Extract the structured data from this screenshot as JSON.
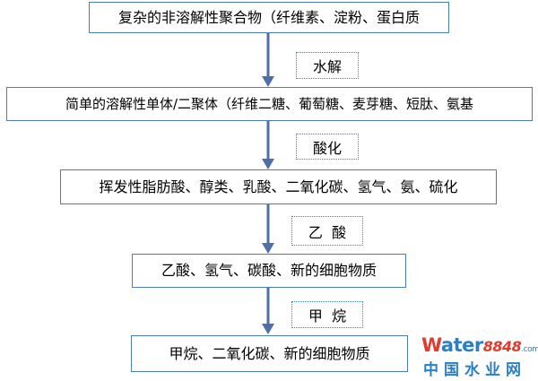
{
  "steps": [
    "复杂的非溶解性聚合物（纤维素、淀粉、蛋白质",
    "简单的溶解性单体/二聚体（纤维二糖、葡萄糖、麦芽糖、短肽、氨基",
    "挥发性脂肪酸、醇类、乳酸、二氧化碳、氢气、氨、硫化",
    "乙酸、氢气、碳酸、新的细胞物质",
    "甲烷、二氧化碳、新的细胞物质"
  ],
  "transitions": [
    "水解",
    "酸化",
    "乙  酸",
    "甲  烷"
  ],
  "logo": {
    "w": "W",
    "ater": "ater",
    "number": "8848",
    "suffix": ".com",
    "chinese": "中国水业网"
  },
  "colors": {
    "box_border": "#4a7ebb",
    "arrow": "#4f6fa8",
    "logo_blue": "#2a7fc6",
    "logo_red": "#e33a2c"
  }
}
